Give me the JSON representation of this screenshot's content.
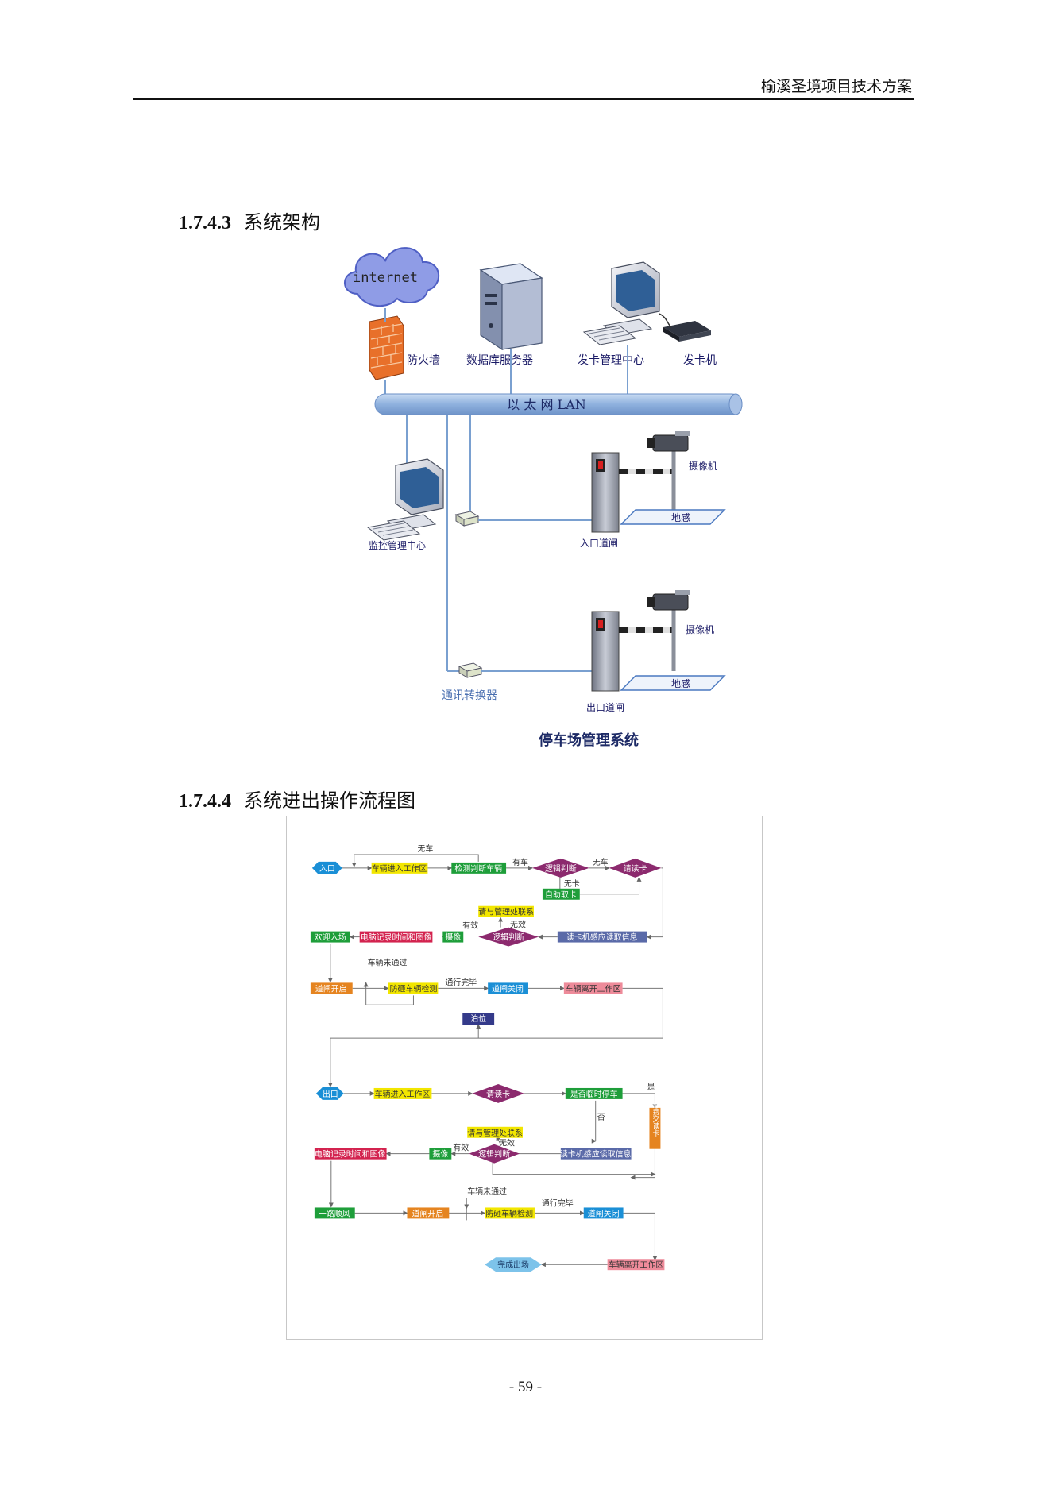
{
  "header": {
    "title": "榆溪圣境项目技术方案"
  },
  "sections": [
    {
      "number": "1.7.4.3",
      "title": "系统架构"
    },
    {
      "number": "1.7.4.4",
      "title": "系统进出操作流程图"
    }
  ],
  "architecture": {
    "internet": "internet",
    "firewall": "防火墙",
    "db_server": "数据库服务器",
    "card_center": "发卡管理中心",
    "card_machine": "发卡机",
    "lan": "以 太 网 LAN",
    "monitor_center": "监控管理中心",
    "camera_entry": "摄像机",
    "loop_entry": "地感",
    "gate_entry": "入口道闸",
    "camera_exit": "摄像机",
    "loop_exit": "地感",
    "gate_exit": "出口道闸",
    "converter": "通讯转换器",
    "caption": "停车场管理系统"
  },
  "flow": {
    "entry": "入口",
    "enter_zone_1": "车辆进入工作区",
    "detect_vehicle": "检测判断车辆",
    "logic_check_1": "逻辑判断",
    "read_card_1": "请读卡",
    "self_card": "自助取卡",
    "contact_mgmt_1": "请与管理处联系",
    "logic_check_2": "逻辑判断",
    "reader_info_1": "读卡机感应读取信息",
    "welcome": "欢迎入场",
    "record_1": "电脑记录时间和图像",
    "capture_1": "摄像",
    "gate_open_1": "道闸开启",
    "anti_smash_1": "防砸车辆检测",
    "gate_close_1": "道闸关闭",
    "leave_zone_1": "车辆离开工作区",
    "park": "泊位",
    "exit": "出口",
    "enter_zone_2": "车辆进入工作区",
    "read_card_2": "请读卡",
    "temp_park": "是否临时停车",
    "pay_card": "缴费交读卡",
    "contact_mgmt_2": "请与管理处联系",
    "logic_check_3": "逻辑判断",
    "reader_info_2": "读卡机感应读取信息",
    "record_2": "电脑记录时间和图像",
    "capture_2": "摄像",
    "bon_voyage": "一路顺风",
    "gate_open_2": "道闸开启",
    "anti_smash_2": "防砸车辆检测",
    "gate_close_2": "道闸关闭",
    "finish_exit": "完成出场",
    "leave_zone_2": "车辆离开工作区",
    "e_no_car_1": "无车",
    "e_has_car": "有车",
    "e_no_car_2": "无车",
    "e_no_card": "无卡",
    "e_invalid_1": "无效",
    "e_valid_1": "有效",
    "e_not_passed_1": "车辆未通过",
    "e_pass_done_1": "通行完毕",
    "e_yes": "是",
    "e_no": "否",
    "e_invalid_2": "无效",
    "e_valid_2": "有效",
    "e_not_passed_2": "车辆未通过",
    "e_pass_done_2": "通行完毕"
  },
  "colors": {
    "yellow": "#f2e600",
    "green": "#1e9e3a",
    "purple": "#8c2a6e",
    "blue": "#1a8fd6",
    "orange": "#e58420",
    "red": "#d3234f",
    "navy": "#343a8a",
    "slate": "#5a6aa8",
    "pink": "#ee8b9a",
    "cyan": "#2ba3e6",
    "lightblue": "#7dc3ea"
  },
  "page_number": "- 59 -"
}
